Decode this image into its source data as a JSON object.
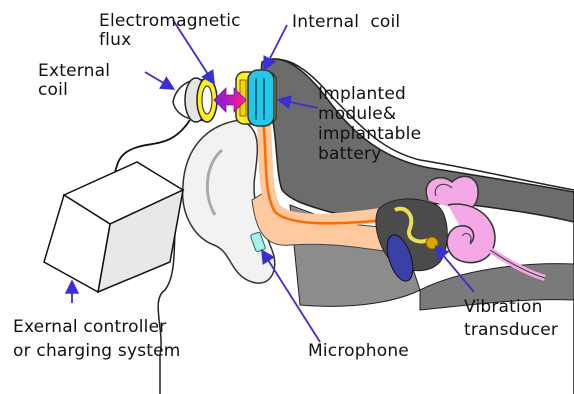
{
  "labels": {
    "electromagnetic_flux": "Electromagnetic\nflux",
    "internal_coil": "Internal  coil",
    "external_coil": "External\ncoil",
    "implanted_module": "Implanted\nmodule&\nimplantable\nbattery",
    "vibration_transducer": "Vibration\ntransducer",
    "external_controller": "Exernal controller\nor charging system",
    "microphone": "Microphone"
  },
  "colors": {
    "pointer_arrow": "#3a2fd0",
    "flux_arrow_left": "#7a1fd8",
    "flux_arrow_right": "#ff1f8a",
    "skin": "#ffffff",
    "skin_shadow": "#d0d0d0",
    "bone": "#707070",
    "ear_canal": "#ffc9a0",
    "implant_wire": "#ff6a00",
    "cochlea": "#f5a8e6",
    "tympanic": "#3b3fa8",
    "coil_yellow": "#ffee22",
    "coil_cyan": "#22c8e8",
    "mic_cyan": "#a8f0f0"
  }
}
